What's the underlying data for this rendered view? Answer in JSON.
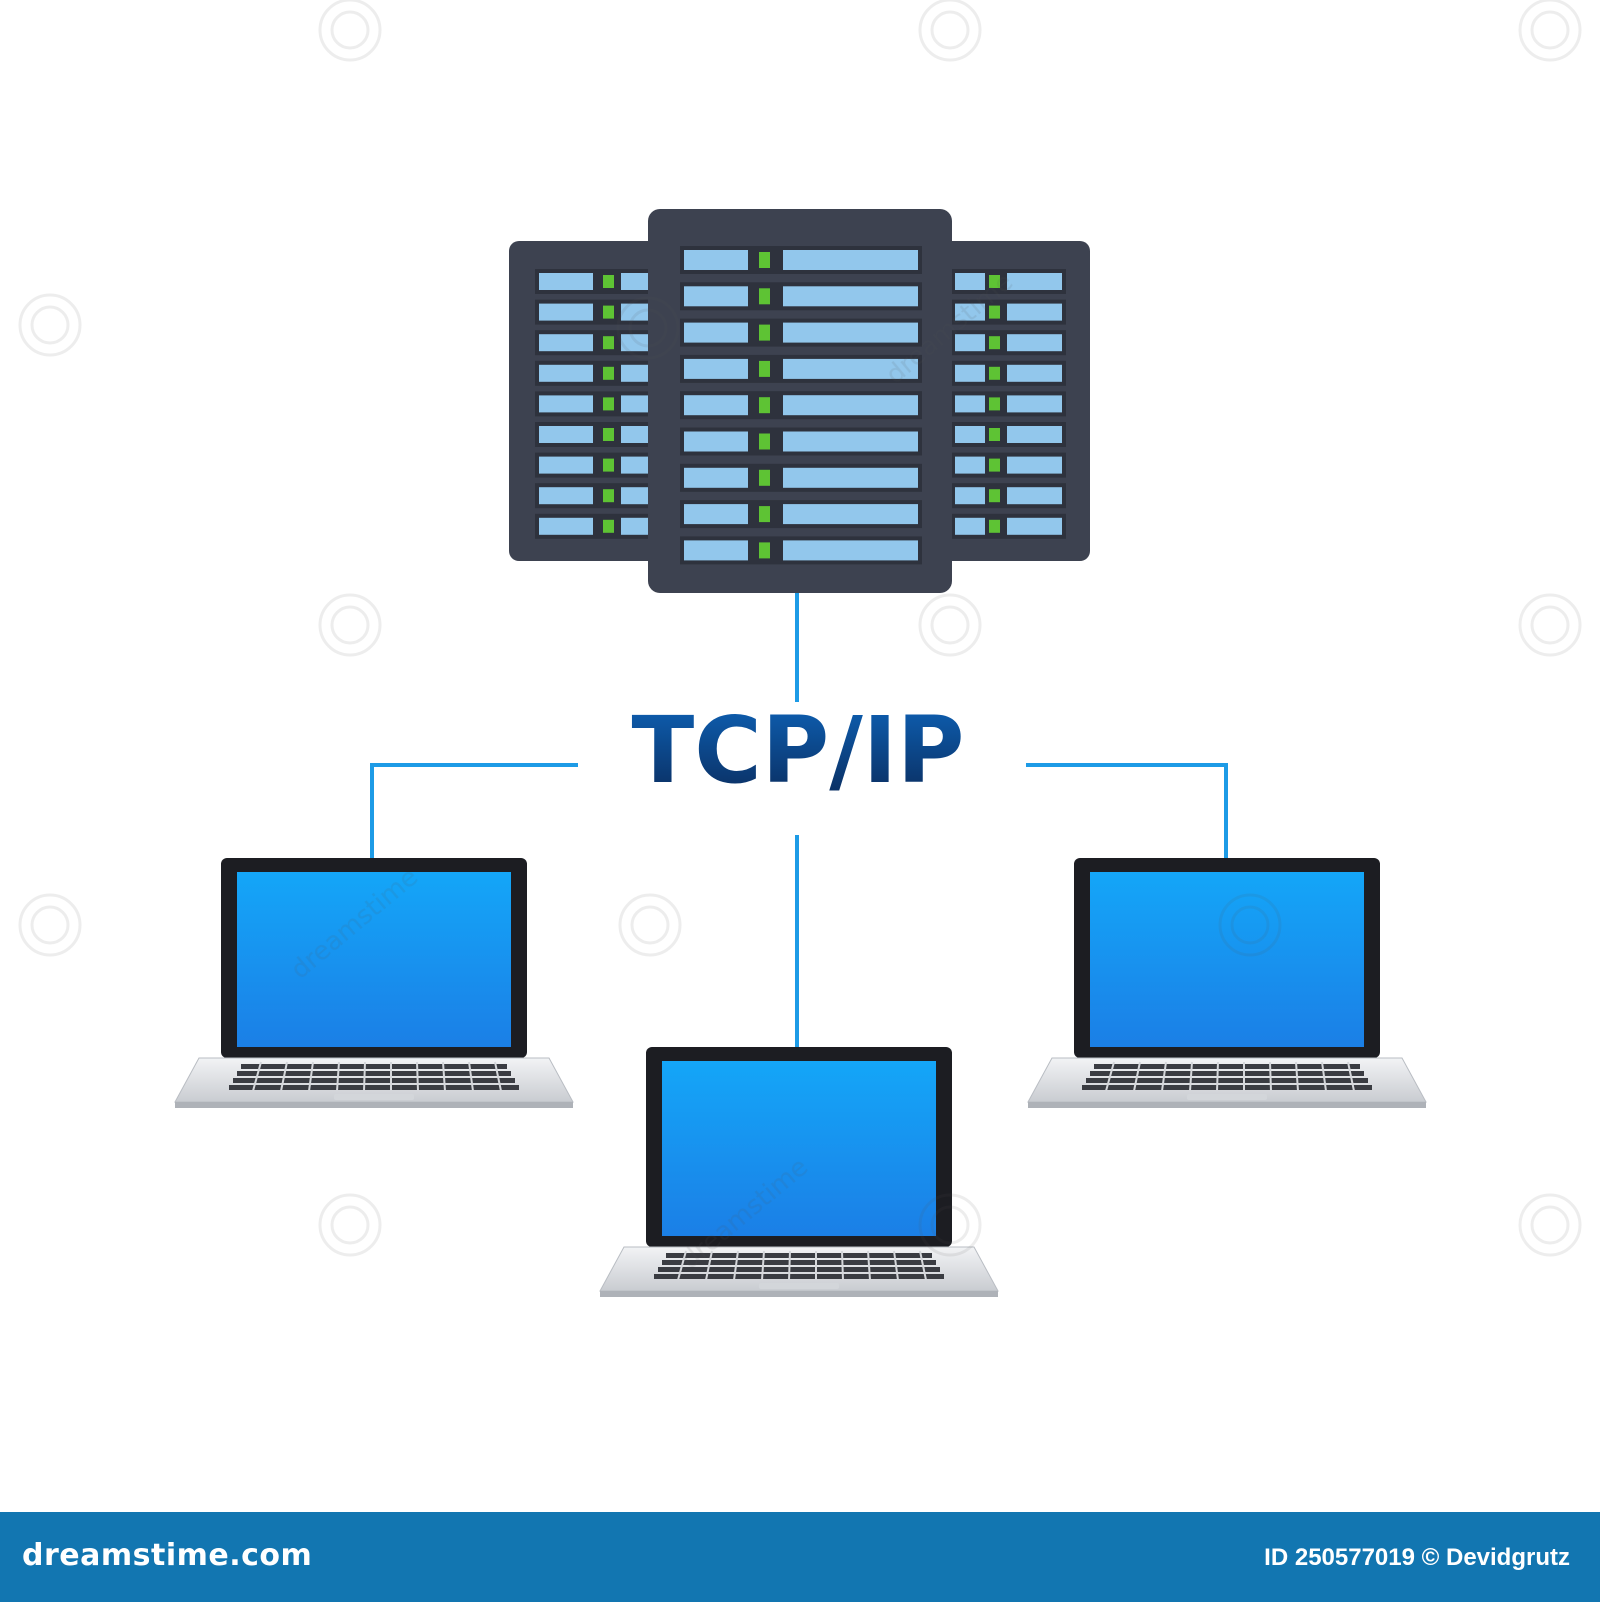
{
  "diagram": {
    "center_label": "TCP/IP",
    "nodes": [
      {
        "id": "server",
        "icon": "server-rack-icon"
      },
      {
        "id": "laptop-left",
        "icon": "laptop-icon"
      },
      {
        "id": "laptop-center",
        "icon": "laptop-icon"
      },
      {
        "id": "laptop-right",
        "icon": "laptop-icon"
      }
    ],
    "edges": [
      {
        "from": "server",
        "to": "laptop-left"
      },
      {
        "from": "server",
        "to": "laptop-center"
      },
      {
        "from": "server",
        "to": "laptop-right"
      }
    ]
  },
  "watermark": {
    "text": "dreamstime"
  },
  "footer": {
    "brand": "dreamstime.com",
    "credit": "ID 250577019 © Devidgrutz"
  },
  "colors": {
    "line": "#1d9be6",
    "title_top": "#0e63b8",
    "title_bottom": "#0a2a5a",
    "server_body": "#3d4250",
    "server_slot": "#92c7ec",
    "server_led": "#5ec334",
    "screen_top": "#14a6f8",
    "screen_bottom": "#1b7fe6",
    "footer_bg": "#1276b1"
  }
}
